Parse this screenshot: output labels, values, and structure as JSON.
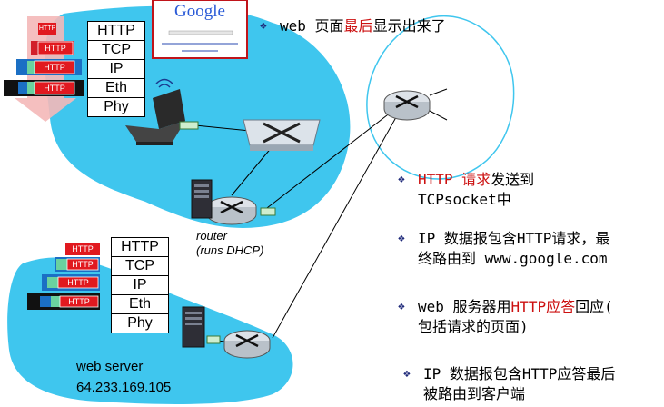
{
  "client_stack": [
    "HTTP",
    "TCP",
    "IP",
    "Eth",
    "Phy"
  ],
  "server_stack": [
    "HTTP",
    "TCP",
    "IP",
    "Eth",
    "Phy"
  ],
  "packet_label": "HTTP",
  "google_logo": "Google",
  "router_label_1": "router",
  "router_label_2": "(runs DHCP)",
  "server_label": "web server",
  "server_ip": "64.233.169.105",
  "bullets": {
    "b1": {
      "a": "web 页面",
      "b": "最后",
      "c": "显示出来了"
    },
    "b2": {
      "a": "HTTP 请求",
      "b": "发送到",
      "c": "TCPsocket中"
    },
    "b3": {
      "a": "IP 数据报包含HTTP请求，最",
      "b": "终路由到 www.google.com"
    },
    "b4": {
      "a": "web 服务器用",
      "b": "HTTP应答",
      "c": "回应(",
      "d": "包括请求的页面)"
    },
    "b5": {
      "a": "IP 数据报包含HTTP应答最后",
      "b": "被路由到客户端"
    }
  },
  "colors": {
    "cloud": "#3fc6ee",
    "accent_red": "#cc1010",
    "bullet": "#1f2a7a"
  }
}
